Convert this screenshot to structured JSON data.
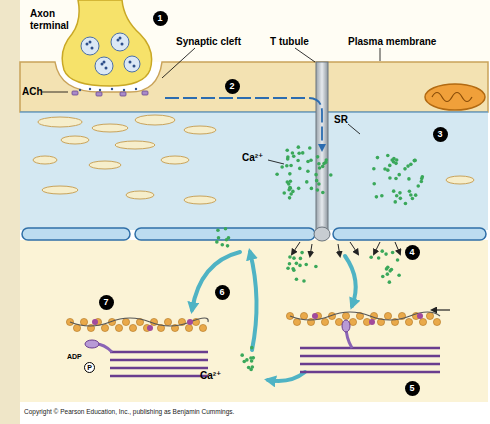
{
  "diagram": {
    "labels": [
      "Axon terminal",
      "1",
      "Synaptic cleft",
      "T tubule",
      "Plasma membrane",
      "ACh",
      "2",
      "SR",
      "3",
      "Ca²⁺",
      "4",
      "6",
      "7",
      "ADP",
      "P",
      "5",
      "Ca²⁺",
      "Copyright © Pearson Education, Inc., publishing as Benjamin Cummings."
    ]
  }
}
